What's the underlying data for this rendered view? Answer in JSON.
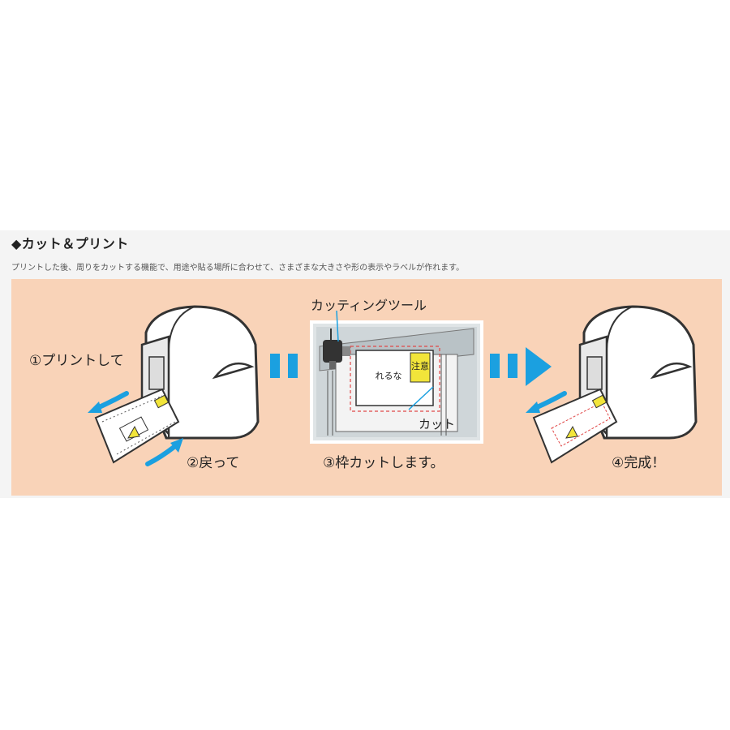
{
  "section": {
    "heading": "◆カット＆プリント",
    "description": "プリントした後、周りをカットする機能で、用途や貼る場所に合わせて、さまざまな大きさや形の表示やラベルが作れます。"
  },
  "steps": {
    "step1": "①プリントして",
    "step2": "②戻って",
    "step3": "③枠カットします。",
    "step4": "④完成！"
  },
  "callouts": {
    "cutting_tool": "カッティングツール",
    "cut": "カット"
  },
  "label_art": {
    "printed_text": "注意",
    "sub_text": "れるな"
  },
  "colors": {
    "panel_bg": "#f9d3b8",
    "arrow_blue": "#1ba0e0",
    "label_yellow": "#f2e53a",
    "cut_line_red": "#e04848"
  },
  "icons": [
    "printer-illustration",
    "feed-out-arrow-icon",
    "feed-back-arrow-icon",
    "double-bar-arrow-icon",
    "play-arrow-icon",
    "cutting-tool-icon",
    "warning-triangle-icon"
  ]
}
